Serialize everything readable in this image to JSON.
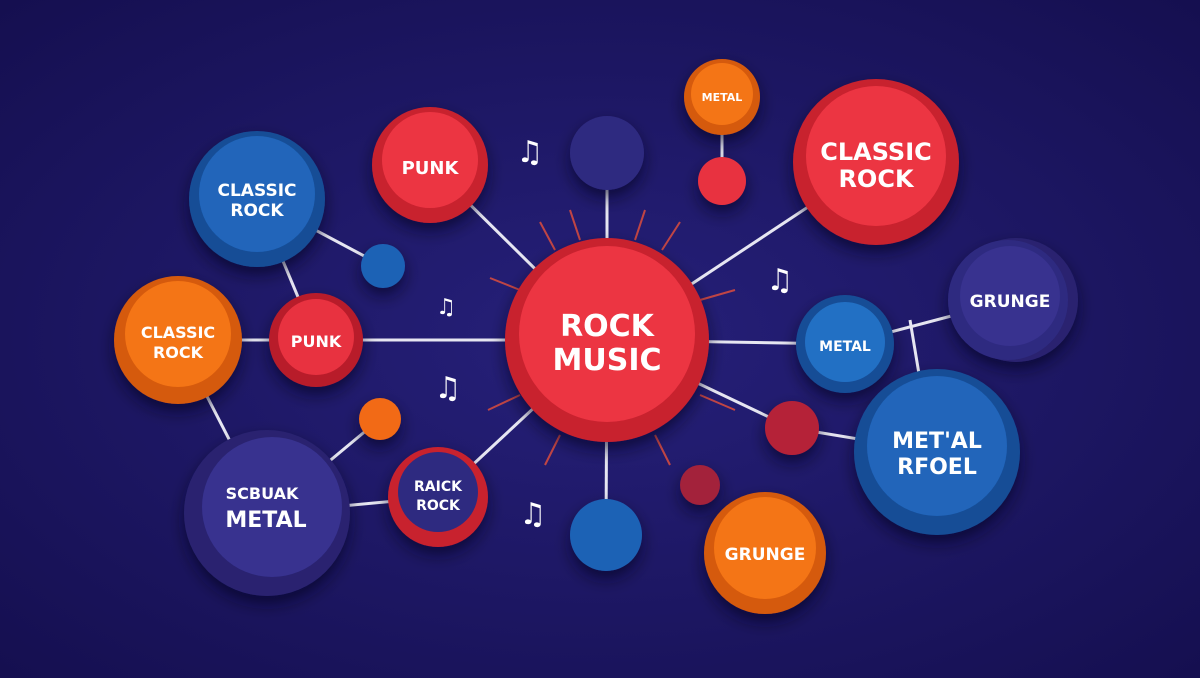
{
  "colors": {
    "background": "#1c1660",
    "red": "#e8313f",
    "blue": "#1f62b5",
    "orange": "#f26a12",
    "navy": "#2f2a80",
    "line": "#e8e8f0"
  },
  "center": {
    "line1": "ROCK",
    "line2": "MUSIC"
  },
  "nodes": {
    "classic_rock_blue": {
      "line1": "CLASSIC",
      "line2": "ROCK"
    },
    "punk_top": {
      "line1": "PUNK"
    },
    "metal_top": {
      "line1": "METAL"
    },
    "classic_rock_red": {
      "line1": "CLASSIC",
      "line2": "ROCK"
    },
    "grunge_right": {
      "line1": "GRUNGE"
    },
    "classic_rock_orange": {
      "line1": "CLASSIC",
      "line2": "ROCK"
    },
    "punk_left": {
      "line1": "PUNK"
    },
    "metal_right": {
      "line1": "METAL"
    },
    "metal_rfoel": {
      "line1": "MET'AL",
      "line2": "RFOEL"
    },
    "scbuak_metal": {
      "line1": "SCBUAK",
      "line2": "METAL"
    },
    "raick_rock": {
      "line1": "RAICK",
      "line2": "ROCK"
    },
    "grunge_bottom": {
      "line1": "GRUNGE"
    }
  },
  "notes": {
    "symbol": "♫"
  }
}
